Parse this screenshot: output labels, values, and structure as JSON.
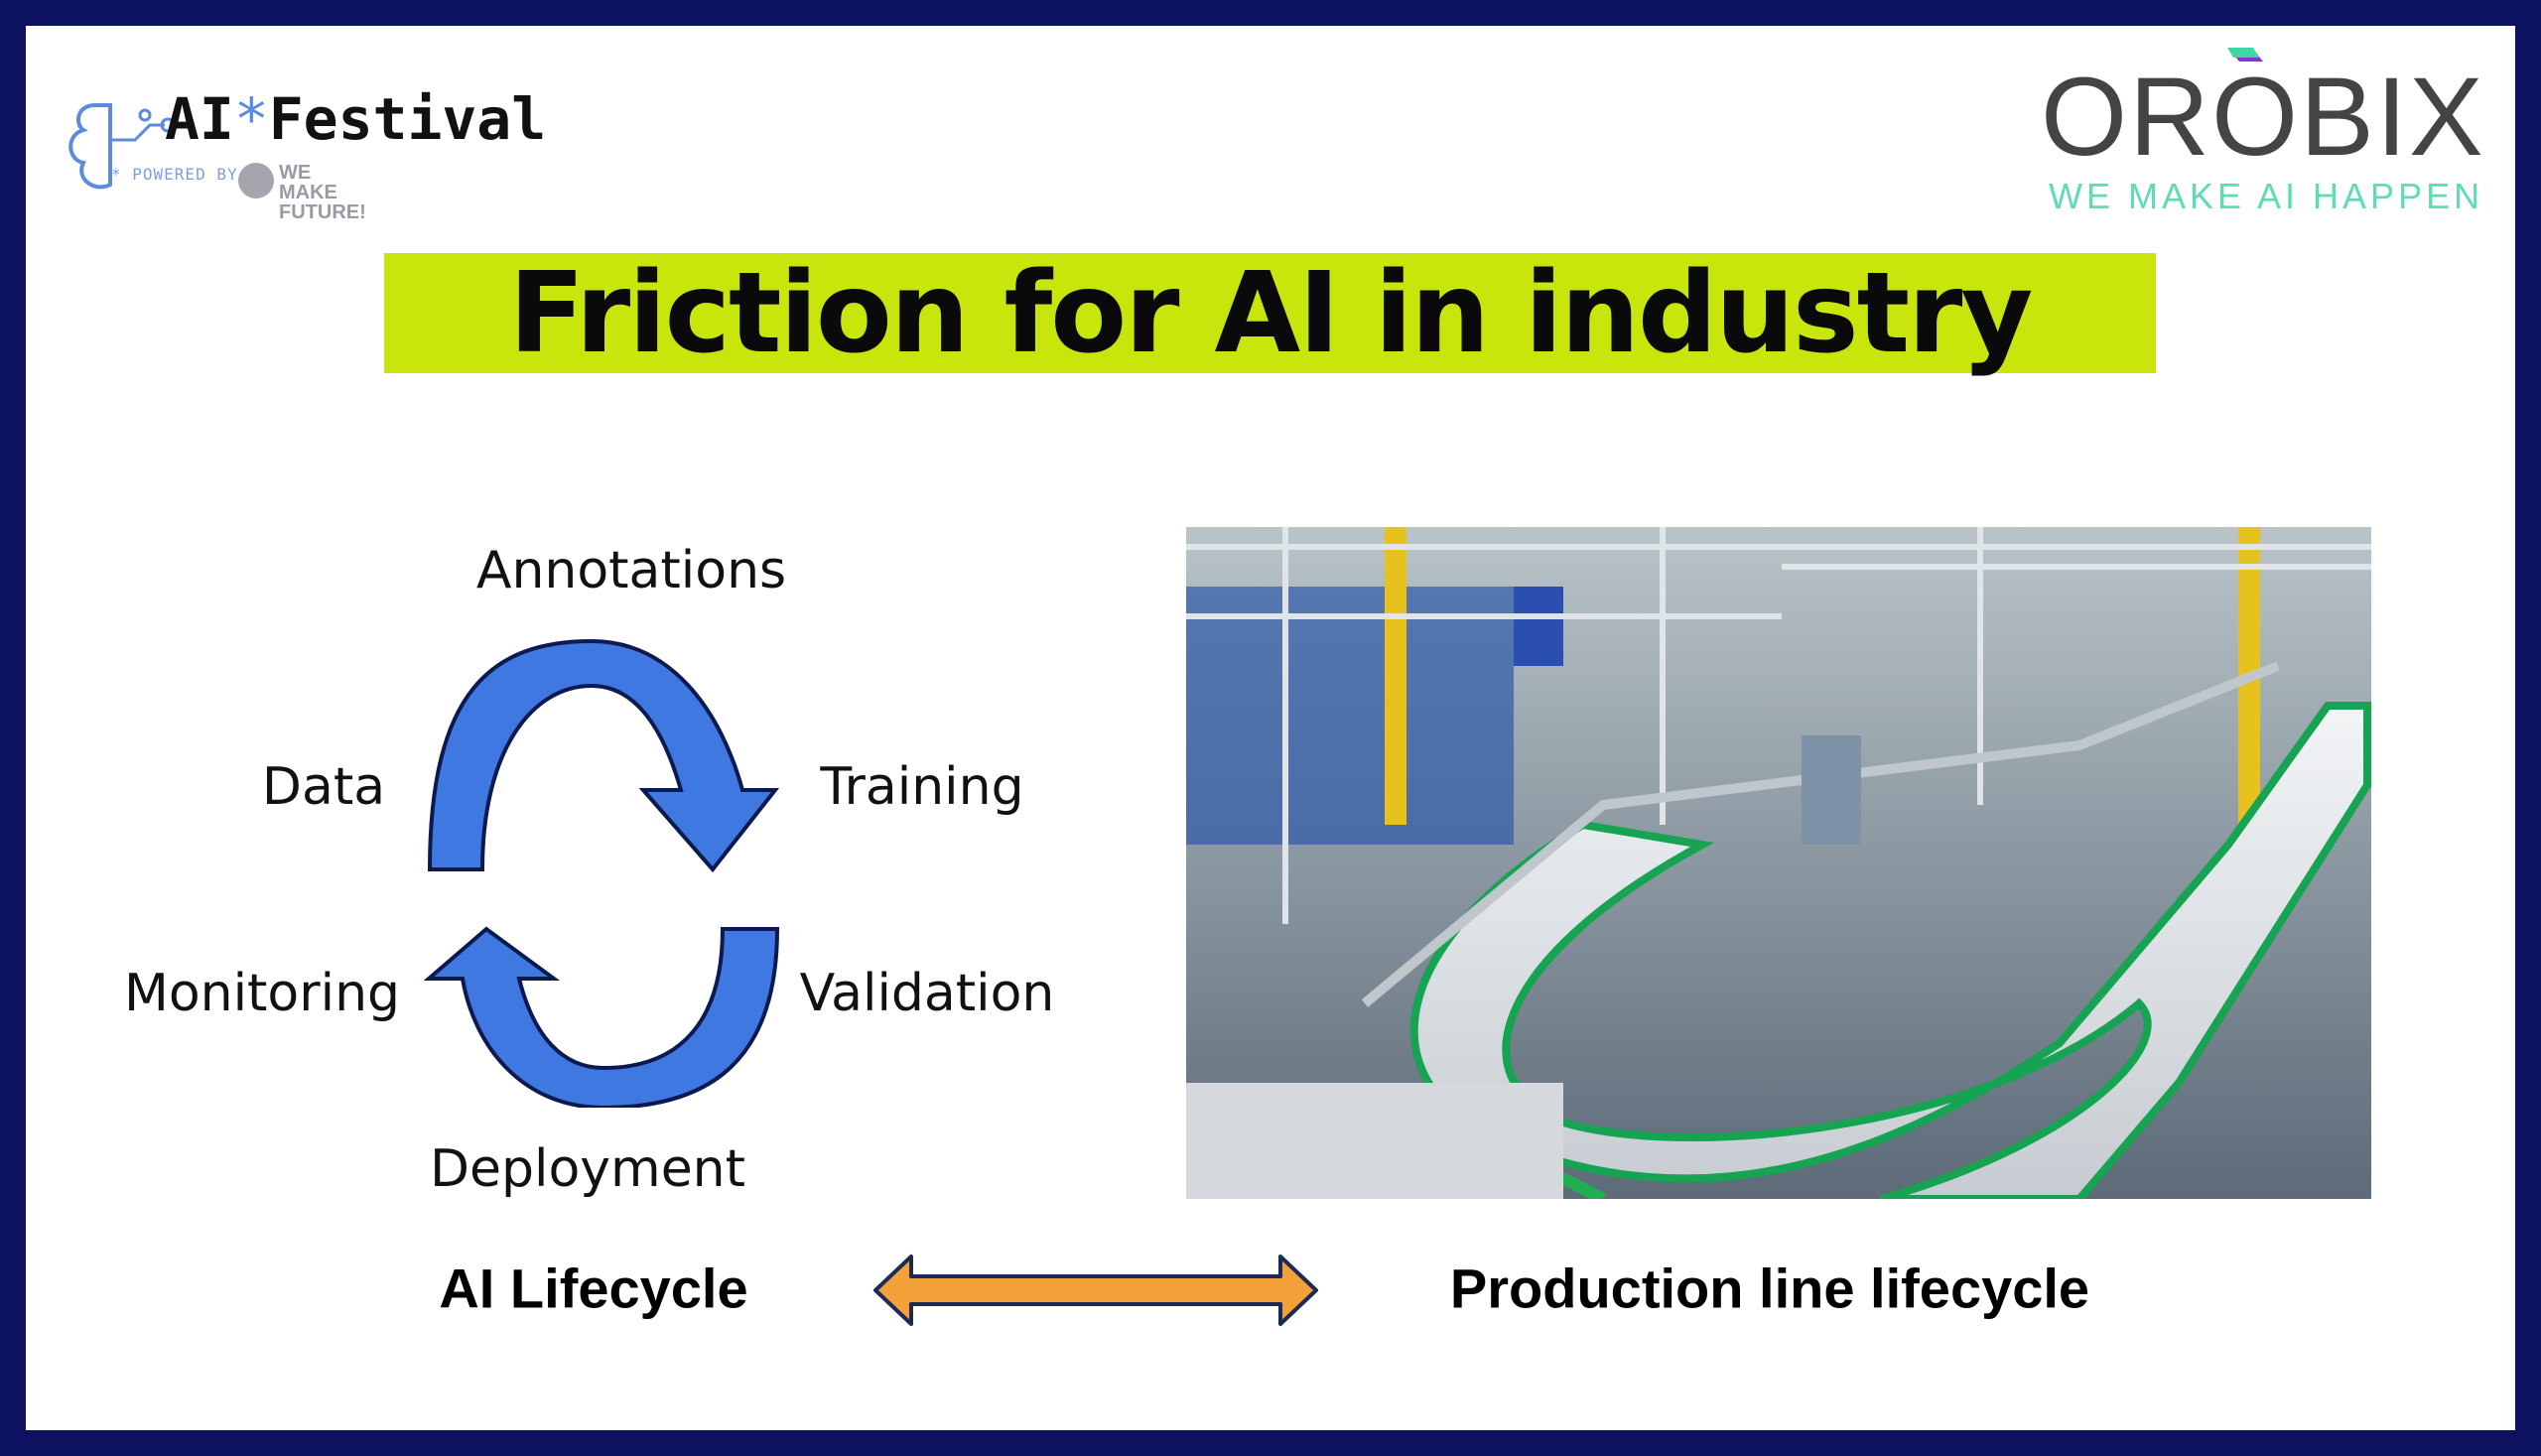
{
  "logos": {
    "left": {
      "name": "AI",
      "star": "*",
      "name2": "Festival",
      "powered_by": "* POWERED BY",
      "partner": "WE MAKE FUTURE!"
    },
    "right": {
      "name": "OROBIX",
      "tagline": "WE MAKE AI HAPPEN"
    }
  },
  "title": "Friction for AI in industry",
  "cycle": {
    "steps": [
      "Annotations",
      "Training",
      "Validation",
      "Deployment",
      "Monitoring",
      "Data"
    ],
    "arrow_color": "#3f78e0"
  },
  "bottom": {
    "left_label": "AI Lifecycle",
    "right_label": "Production line lifecycle",
    "arrow_color": "#f4a13a"
  },
  "photo": {
    "subject": "factory-conveyor-line"
  },
  "colors": {
    "frame": "#0c1160",
    "title_bg": "#c8e60b"
  }
}
